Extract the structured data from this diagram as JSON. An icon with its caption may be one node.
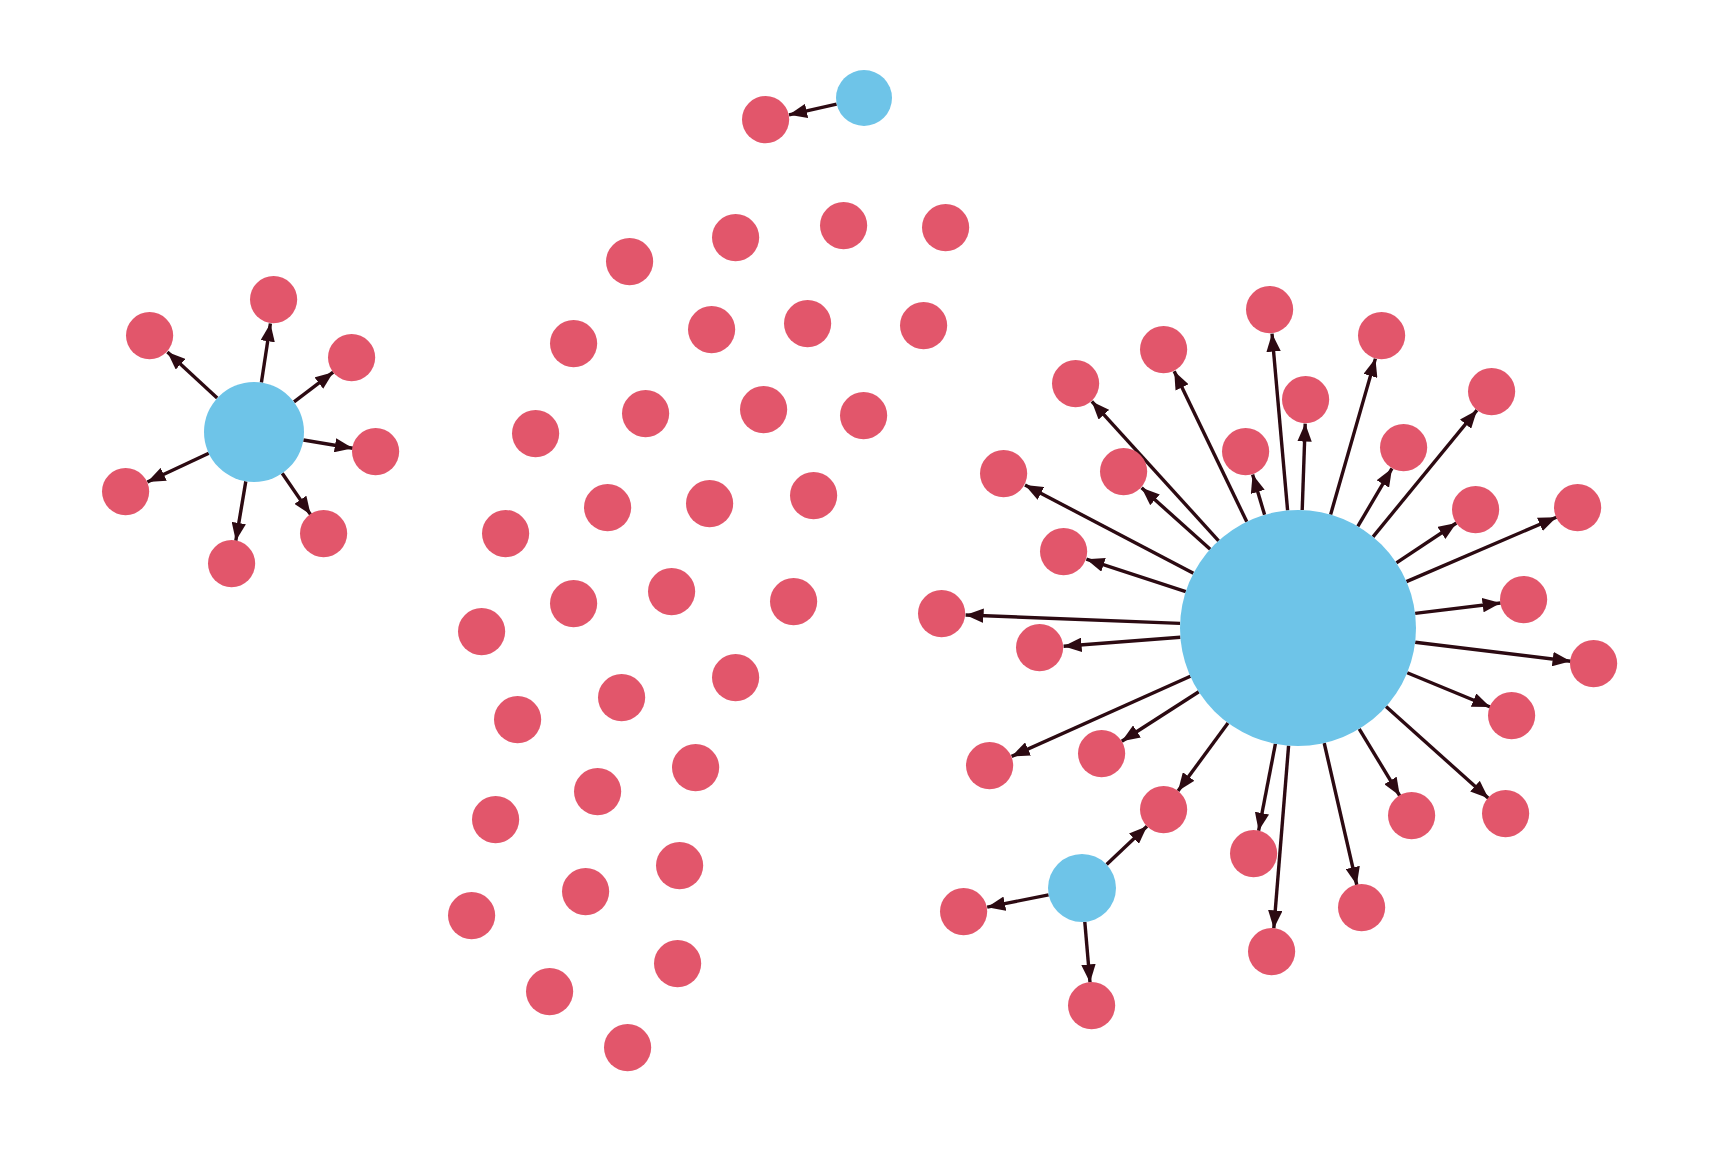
{
  "diagram": {
    "nodes": [
      {
        "text": [],
        "shape": "circle"
      },
      {
        "text": [],
        "shape": "circle"
      },
      {
        "text": [],
        "shape": "circle"
      },
      {
        "text": [],
        "shape": "circle"
      },
      {
        "text": [],
        "shape": "circle"
      },
      {
        "text": [],
        "shape": "circle"
      },
      {
        "text": [],
        "shape": "circle"
      },
      {
        "text": [],
        "shape": "circle"
      },
      {
        "text": [],
        "shape": "circle"
      },
      {
        "text": [],
        "shape": "circle"
      },
      {
        "text": [],
        "shape": "circle"
      },
      {
        "text": [],
        "shape": "circle"
      },
      {
        "text": [],
        "shape": "circle"
      },
      {
        "text": [],
        "shape": "circle"
      },
      {
        "text": [],
        "shape": "circle"
      },
      {
        "text": [],
        "shape": "circle"
      },
      {
        "text": [],
        "shape": "circle"
      },
      {
        "text": [],
        "shape": "circle"
      },
      {
        "text": [],
        "shape": "circle"
      },
      {
        "text": [],
        "shape": "circle"
      },
      {
        "text": [],
        "shape": "circle"
      },
      {
        "text": [],
        "shape": "circle"
      },
      {
        "text": [],
        "shape": "circle"
      },
      {
        "text": [],
        "shape": "circle"
      },
      {
        "text": [],
        "shape": "circle"
      },
      {
        "text": [],
        "shape": "circle"
      },
      {
        "text": [],
        "shape": "circle"
      },
      {
        "text": [],
        "shape": "circle"
      },
      {
        "text": [],
        "shape": "circle"
      },
      {
        "text": [],
        "shape": "circle"
      },
      {
        "text": [],
        "shape": "circle"
      },
      {
        "text": [],
        "shape": "circle"
      },
      {
        "text": [],
        "shape": "circle"
      },
      {
        "text": [],
        "shape": "circle"
      },
      {
        "text": [],
        "shape": "circle"
      },
      {
        "text": [],
        "shape": "circle"
      },
      {
        "text": [],
        "shape": "circle"
      },
      {
        "text": [],
        "shape": "circle"
      },
      {
        "text": [],
        "shape": "circle"
      },
      {
        "text": [],
        "shape": "circle"
      },
      {
        "text": [],
        "shape": "circle"
      },
      {
        "text": [],
        "shape": "circle"
      },
      {
        "text": [],
        "shape": "circle"
      },
      {
        "text": [],
        "shape": "circle"
      },
      {
        "text": [],
        "shape": "circle"
      },
      {
        "text": [],
        "shape": "circle"
      },
      {
        "text": [],
        "shape": "circle"
      },
      {
        "text": [],
        "shape": "circle"
      },
      {
        "text": [],
        "shape": "circle"
      },
      {
        "text": [],
        "shape": "circle"
      },
      {
        "text": [],
        "shape": "circle"
      },
      {
        "text": [],
        "shape": "circle"
      },
      {
        "text": [],
        "shape": "circle"
      },
      {
        "text": [],
        "shape": "circle"
      },
      {
        "text": [],
        "shape": "circle"
      },
      {
        "text": [],
        "shape": "circle"
      },
      {
        "text": [],
        "shape": "circle"
      },
      {
        "text": [],
        "shape": "circle"
      },
      {
        "text": [],
        "shape": "circle"
      },
      {
        "text": [],
        "shape": "circle"
      },
      {
        "text": [],
        "shape": "circle"
      },
      {
        "text": [],
        "shape": "circle"
      },
      {
        "text": [],
        "shape": "circle"
      },
      {
        "text": [],
        "shape": "circle"
      },
      {
        "text": [],
        "shape": "circle"
      },
      {
        "text": [],
        "shape": "circle"
      },
      {
        "text": [],
        "shape": "circle"
      },
      {
        "text": [],
        "shape": "circle"
      },
      {
        "text": [],
        "shape": "circle"
      },
      {
        "text": [],
        "shape": "circle"
      },
      {
        "text": [],
        "shape": "circle"
      },
      {
        "text": [],
        "shape": "circle"
      }
    ],
    "edges": [
      {
        "from": 0,
        "to": 1,
        "arrow": "to"
      },
      {
        "from": 0,
        "to": 2,
        "arrow": "to"
      },
      {
        "from": 0,
        "to": 3,
        "arrow": "to"
      },
      {
        "from": 0,
        "to": 4,
        "arrow": "to"
      },
      {
        "from": 0,
        "to": 5,
        "arrow": "to"
      },
      {
        "from": 0,
        "to": 6,
        "arrow": "to"
      },
      {
        "from": 0,
        "to": 7,
        "arrow": "to"
      },
      {
        "from": 8,
        "to": 9,
        "arrow": "to"
      },
      {
        "from": 42,
        "to": 43,
        "arrow": "to"
      },
      {
        "from": 42,
        "to": 44,
        "arrow": "to"
      },
      {
        "from": 42,
        "to": 45,
        "arrow": "to"
      },
      {
        "from": 42,
        "to": 46,
        "arrow": "to"
      },
      {
        "from": 42,
        "to": 47,
        "arrow": "to"
      },
      {
        "from": 42,
        "to": 48,
        "arrow": "to"
      },
      {
        "from": 42,
        "to": 49,
        "arrow": "to"
      },
      {
        "from": 42,
        "to": 50,
        "arrow": "to"
      },
      {
        "from": 42,
        "to": 51,
        "arrow": "to"
      },
      {
        "from": 42,
        "to": 52,
        "arrow": "to"
      },
      {
        "from": 42,
        "to": 53,
        "arrow": "to"
      },
      {
        "from": 42,
        "to": 54,
        "arrow": "to"
      },
      {
        "from": 42,
        "to": 55,
        "arrow": "to"
      },
      {
        "from": 42,
        "to": 56,
        "arrow": "to"
      },
      {
        "from": 42,
        "to": 57,
        "arrow": "to"
      },
      {
        "from": 42,
        "to": 58,
        "arrow": "to"
      },
      {
        "from": 42,
        "to": 59,
        "arrow": "to"
      },
      {
        "from": 42,
        "to": 60,
        "arrow": "to"
      },
      {
        "from": 42,
        "to": 61,
        "arrow": "to"
      },
      {
        "from": 42,
        "to": 62,
        "arrow": "to"
      },
      {
        "from": 42,
        "to": 63,
        "arrow": "to"
      },
      {
        "from": 42,
        "to": 64,
        "arrow": "to"
      },
      {
        "from": 42,
        "to": 65,
        "arrow": "to"
      },
      {
        "from": 42,
        "to": 66,
        "arrow": "to"
      },
      {
        "from": 42,
        "to": 67,
        "arrow": "to"
      },
      {
        "from": 42,
        "to": 68,
        "arrow": "to"
      },
      {
        "from": 69,
        "to": 63,
        "arrow": "to"
      },
      {
        "from": 69,
        "to": 70,
        "arrow": "to"
      },
      {
        "from": 69,
        "to": 71,
        "arrow": "to"
      }
    ]
  }
}
